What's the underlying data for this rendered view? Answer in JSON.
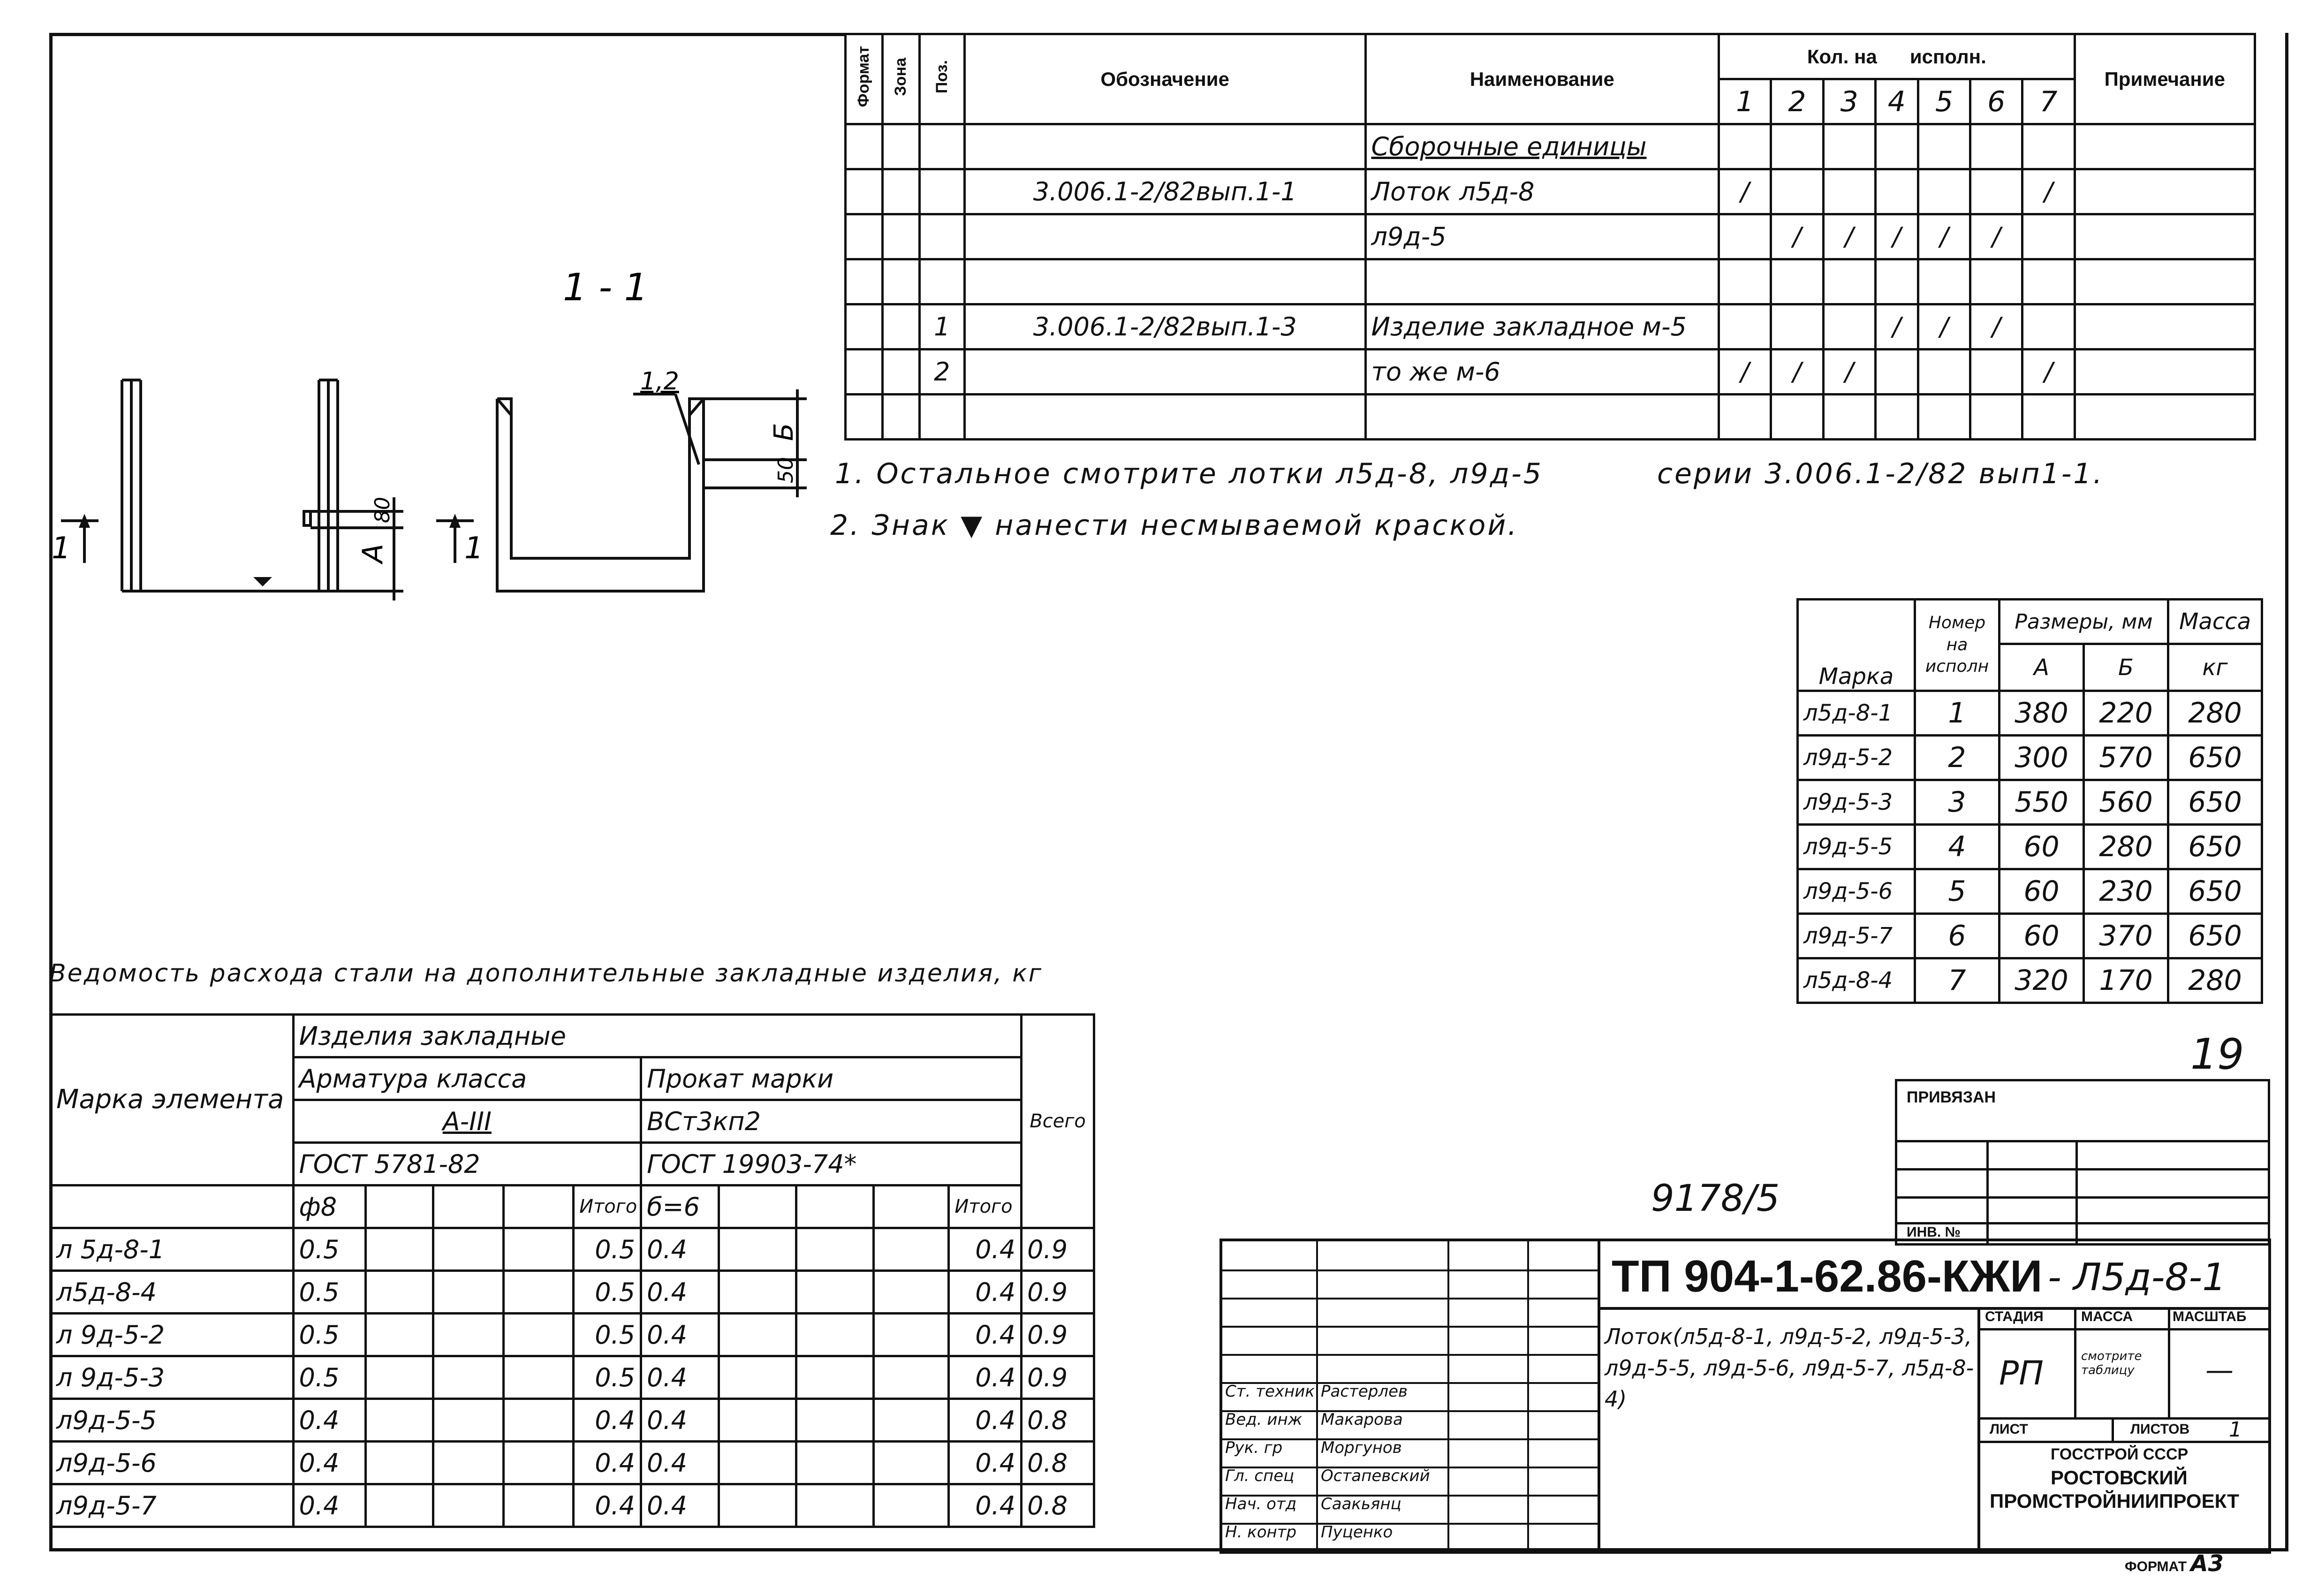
{
  "spec_table": {
    "header": {
      "format": "Формат",
      "zone": "Зона",
      "pos": "Поз.",
      "designation": "Обозначение",
      "name": "Наименование",
      "qty_on": "Кол. на",
      "variant": "исполн.",
      "variants": [
        "1",
        "2",
        "3",
        "4",
        "5",
        "6",
        "7"
      ],
      "note": "Примечание"
    },
    "rows": [
      {
        "pos": "",
        "designation": "",
        "name": "Сборочные единицы",
        "marks": [
          "",
          "",
          "",
          "",
          "",
          "",
          ""
        ]
      },
      {
        "pos": "",
        "designation": "3.006.1-2/82вып.1-1",
        "name": "Лоток л5д-8",
        "marks": [
          "/",
          "",
          "",
          "",
          "",
          "",
          "/"
        ]
      },
      {
        "pos": "",
        "designation": "",
        "name": "л9д-5",
        "marks": [
          "",
          "/",
          "/",
          "/",
          "/",
          "/",
          ""
        ]
      },
      {
        "pos": "",
        "designation": "",
        "name": "",
        "marks": [
          "",
          "",
          "",
          "",
          "",
          "",
          ""
        ]
      },
      {
        "pos": "1",
        "designation": "3.006.1-2/82вып.1-3",
        "name": "Изделие закладное м-5",
        "marks": [
          "",
          "",
          "",
          "/",
          "/",
          "/",
          ""
        ]
      },
      {
        "pos": "2",
        "designation": "",
        "name": "то же              м-6",
        "marks": [
          "/",
          "/",
          "/",
          "",
          "",
          "",
          "/"
        ]
      },
      {
        "pos": "",
        "designation": "",
        "name": "",
        "marks": [
          "",
          "",
          "",
          "",
          "",
          "",
          ""
        ]
      }
    ]
  },
  "drawing": {
    "section_label": "1 - 1",
    "cut_left": "1",
    "cut_right": "1",
    "dim_a": "А",
    "dim_80": "80",
    "dim_b": "Б",
    "dim_50": "50",
    "leader": "1,2"
  },
  "notes": {
    "note1": "1. Остальное смотрите лотки л5д-8, л9д-5",
    "note1b": "серии 3.006.1-2/82 вып1-1.",
    "note2": "2. Знак ▼ нанести несмываемой краской."
  },
  "dims_table": {
    "headers": {
      "mark": "Марка",
      "num": "Номер на исполн",
      "sizes": "Размеры, мм",
      "a": "А",
      "b": "Б",
      "mass": "Масса",
      "kg": "кг"
    },
    "rows": [
      {
        "mark": "л5д-8-1",
        "num": "1",
        "a": "380",
        "b": "220",
        "mass": "280"
      },
      {
        "mark": "л9д-5-2",
        "num": "2",
        "a": "300",
        "b": "570",
        "mass": "650"
      },
      {
        "mark": "л9д-5-3",
        "num": "3",
        "a": "550",
        "b": "560",
        "mass": "650"
      },
      {
        "mark": "л9д-5-5",
        "num": "4",
        "a": "60",
        "b": "280",
        "mass": "650"
      },
      {
        "mark": "л9д-5-6",
        "num": "5",
        "a": "60",
        "b": "230",
        "mass": "650"
      },
      {
        "mark": "л9д-5-7",
        "num": "6",
        "a": "60",
        "b": "370",
        "mass": "650"
      },
      {
        "mark": "л5д-8-4",
        "num": "7",
        "a": "320",
        "b": "170",
        "mass": "280"
      }
    ]
  },
  "sheet_number": "19",
  "steel_table": {
    "title": "Ведомость расхода стали на дополнительные закладные изделия, кг",
    "headers": {
      "mark": "Марка элемента",
      "embedded": "Изделия закладные",
      "rebar": "Арматура класса",
      "rebar_class": "А-III",
      "rebar_gost": "ГОСТ 5781-82",
      "rolled": "Прокат марки",
      "rolled_grade": "ВСт3кп2",
      "rolled_gost": "ГОСТ 19903-74*",
      "d8": "ф8",
      "subtotal": "Итого",
      "t6": "б=6",
      "subtotal2": "Итого",
      "total": "Всего"
    },
    "rows": [
      {
        "mark": "л 5д-8-1",
        "d8": "0.5",
        "st1": "0.5",
        "t6": "0.4",
        "st2": "0.4",
        "total": "0.9"
      },
      {
        "mark": "л5д-8-4",
        "d8": "0.5",
        "st1": "0.5",
        "t6": "0.4",
        "st2": "0.4",
        "total": "0.9"
      },
      {
        "mark": "л 9д-5-2",
        "d8": "0.5",
        "st1": "0.5",
        "t6": "0.4",
        "st2": "0.4",
        "total": "0.9"
      },
      {
        "mark": "л 9д-5-3",
        "d8": "0.5",
        "st1": "0.5",
        "t6": "0.4",
        "st2": "0.4",
        "total": "0.9"
      },
      {
        "mark": "л9д-5-5",
        "d8": "0.4",
        "st1": "0.4",
        "t6": "0.4",
        "st2": "0.4",
        "total": "0.8"
      },
      {
        "mark": "л9д-5-6",
        "d8": "0.4",
        "st1": "0.4",
        "t6": "0.4",
        "st2": "0.4",
        "total": "0.8"
      },
      {
        "mark": "л9д-5-7",
        "d8": "0.4",
        "st1": "0.4",
        "t6": "0.4",
        "st2": "0.4",
        "total": "0.8"
      }
    ]
  },
  "stamp_number": "9178/5",
  "title_block": {
    "bound": "ПРИВЯЗАН",
    "inv": "ИНВ. №",
    "code": "ТП 904-1-62.86-КЖИ",
    "code_suffix": "- Л5д-8-1",
    "description": "Лоток(л5д-8-1, л9д-5-2, л9д-5-3, л9д-5-5, л9д-5-6, л9д-5-7, л5д-8-4)",
    "stage_label": "СТАДИЯ",
    "mass_label": "МАССА",
    "scale_label": "МАСШТАБ",
    "stage": "РП",
    "mass": "смотрите таблицу",
    "scale": "—",
    "sheet_label": "ЛИСТ",
    "sheets_label": "ЛИСТОВ",
    "sheets": "1",
    "org1": "ГОССТРОЙ СССР",
    "org2": "РОСТОВСКИЙ",
    "org3": "ПРОМСТРОЙНИИПРОЕКТ",
    "format_label": "ФОРМАТ",
    "format": "А3",
    "people": [
      {
        "role": "Ст. техник",
        "name": "Растерлев"
      },
      {
        "role": "Вед. инж",
        "name": "Макарова"
      },
      {
        "role": "Рук. гр",
        "name": "Моргунов"
      },
      {
        "role": "Гл. спец",
        "name": "Остапевский"
      },
      {
        "role": "Нач. отд",
        "name": "Саакьянц"
      },
      {
        "role": "Н. контр",
        "name": "Пуценко"
      }
    ]
  }
}
